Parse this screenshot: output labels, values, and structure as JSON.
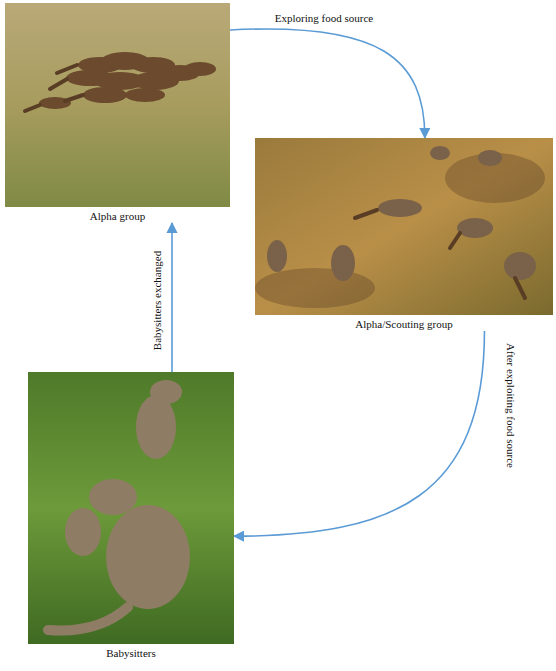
{
  "diagram": {
    "nodes": [
      {
        "text": [
          "Alpha group"
        ]
      },
      {
        "text": [
          "Alpha/Scouting group"
        ]
      },
      {
        "text": [
          "Babysitters"
        ]
      }
    ],
    "edges": [
      {
        "from": 0,
        "to": 1,
        "label": "Exploring food source",
        "arrow": "to"
      },
      {
        "from": 1,
        "to": 2,
        "label": "After exploiting food source",
        "arrow": "to"
      },
      {
        "from": 2,
        "to": 0,
        "label": "Babysitters exchanged",
        "arrow": "to"
      }
    ]
  }
}
